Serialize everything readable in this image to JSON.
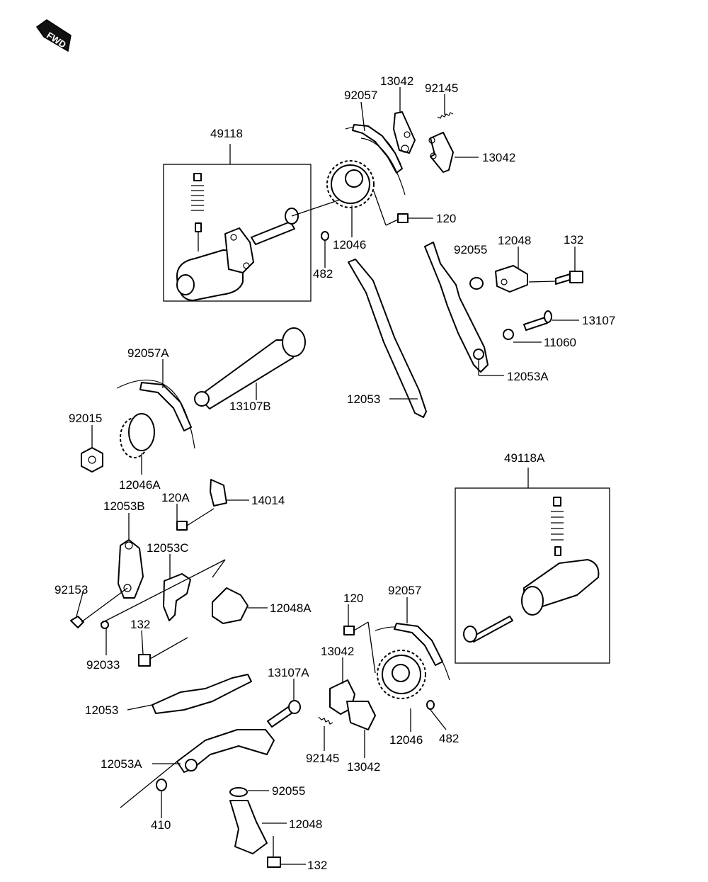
{
  "fwd_label": "FWD",
  "labels": {
    "l49118": "49118",
    "l92057_top": "92057",
    "l13042_top": "13042",
    "l92145_top": "92145",
    "l13042_right": "13042",
    "l120_top": "120",
    "l12046_top": "12046",
    "l482_top": "482",
    "l92055_top": "92055",
    "l12048_top": "12048",
    "l132_top": "132",
    "l13107": "13107",
    "l11060": "11060",
    "l12053A_top": "12053A",
    "l92057A": "92057A",
    "l13107B": "13107B",
    "l12053_mid": "12053",
    "l92015": "92015",
    "l12046A": "12046A",
    "l120A": "120A",
    "l14014": "14014",
    "l12053B": "12053B",
    "l12053C": "12053C",
    "l49118A": "49118A",
    "l92153": "92153",
    "l132_mid": "132",
    "l12048A": "12048A",
    "l92033": "92033",
    "l120_low": "120",
    "l92057_low": "92057",
    "l13042_low": "13042",
    "l13107A": "13107A",
    "l12053_low": "12053",
    "l92145_low": "92145",
    "l13042_low2": "13042",
    "l12046_low": "12046",
    "l482_low": "482",
    "l12053A_low": "12053A",
    "l92055_low": "92055",
    "l410": "410",
    "l12048_low": "12048",
    "l132_low": "132"
  }
}
